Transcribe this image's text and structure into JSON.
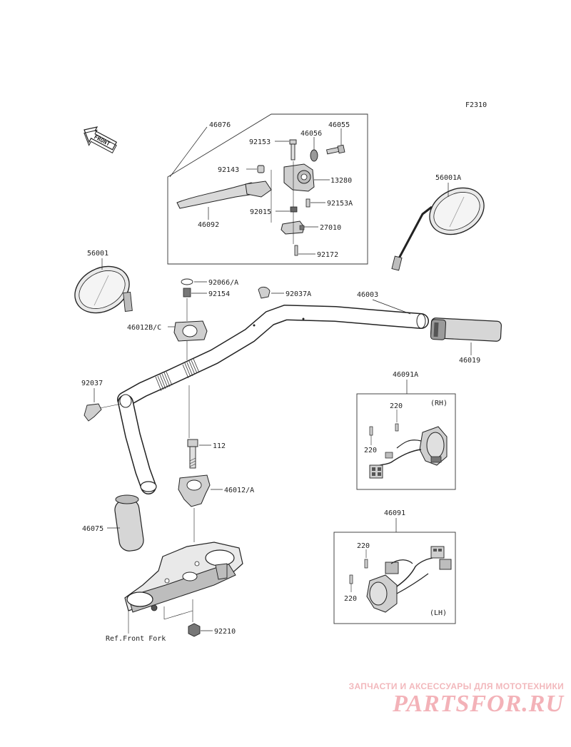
{
  "figure_code": "F2310",
  "front_arrow_label": "FRONT",
  "parts": {
    "p46076": "46076",
    "p46055": "46055",
    "p46056": "46056",
    "p92153": "92153",
    "p92143": "92143",
    "p13280": "13280",
    "p92015": "92015",
    "p92153A": "92153A",
    "p46092": "46092",
    "p27010": "27010",
    "p92172": "92172",
    "p56001A": "56001A",
    "p56001": "56001",
    "p92066A": "92066/A",
    "p92154": "92154",
    "p92037A": "92037A",
    "p46003": "46003",
    "p46012BC": "46012B/C",
    "p46019": "46019",
    "p92037": "92037",
    "p46091A": "46091A",
    "p220a": "220",
    "p220b": "220",
    "rh": "(RH)",
    "p112": "112",
    "p46012A": "46012/A",
    "p46075": "46075",
    "p46091": "46091",
    "p220c": "220",
    "p220d": "220",
    "lh": "(LH)",
    "p92210": "92210",
    "ref_front_fork": "Ref.Front Fork"
  },
  "watermark": {
    "tagline": "ЗАПЧАСТИ И АКСЕССУАРЫ ДЛЯ МОТОТЕХНИКИ",
    "logo": "PARTSFOR.RU",
    "color": "#f3b2b8"
  },
  "colors": {
    "line": "#222222",
    "part_fill": "#d9d9d9",
    "part_dark": "#7a7a7a",
    "box": "#333333"
  }
}
